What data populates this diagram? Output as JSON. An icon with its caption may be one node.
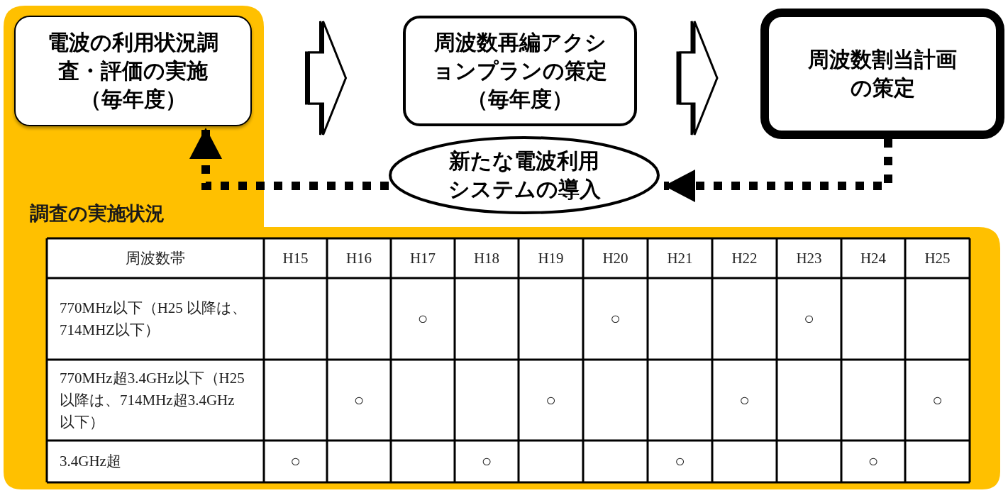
{
  "diagram": {
    "nodes": [
      {
        "text": [
          "電波の利用状況調査・評価の実施（毎年度）"
        ]
      },
      {
        "text": [
          "周波数再編アクションプランの策定（毎年度）"
        ]
      },
      {
        "text": [
          "周波数割当計画の策定"
        ]
      },
      {
        "text": [
          "新たな電波利用システムの導入"
        ]
      }
    ],
    "edges": [
      {
        "from": 0,
        "to": 1,
        "arrow": "to"
      },
      {
        "from": 1,
        "to": 2,
        "arrow": "to"
      },
      {
        "from": 2,
        "to": 3,
        "arrow": "to",
        "style": "dashed"
      },
      {
        "from": 3,
        "to": 0,
        "arrow": "to",
        "style": "dashed"
      }
    ],
    "labels": [
      "調査の実施状況",
      "周波数帯",
      "H15",
      "H16",
      "H17",
      "H18",
      "H19",
      "H20",
      "H21",
      "H22",
      "H23",
      "H24",
      "H25",
      "770MHz以下（H25 以降は、714MHZ以下）",
      "○",
      "○",
      "○",
      "770MHz超3.4GHz以下（H25 以降は、714MHz超3.4GHz以下）",
      "○",
      "○",
      "○",
      "○",
      "3.4GHz超",
      "○",
      "○",
      "○",
      "○"
    ]
  }
}
